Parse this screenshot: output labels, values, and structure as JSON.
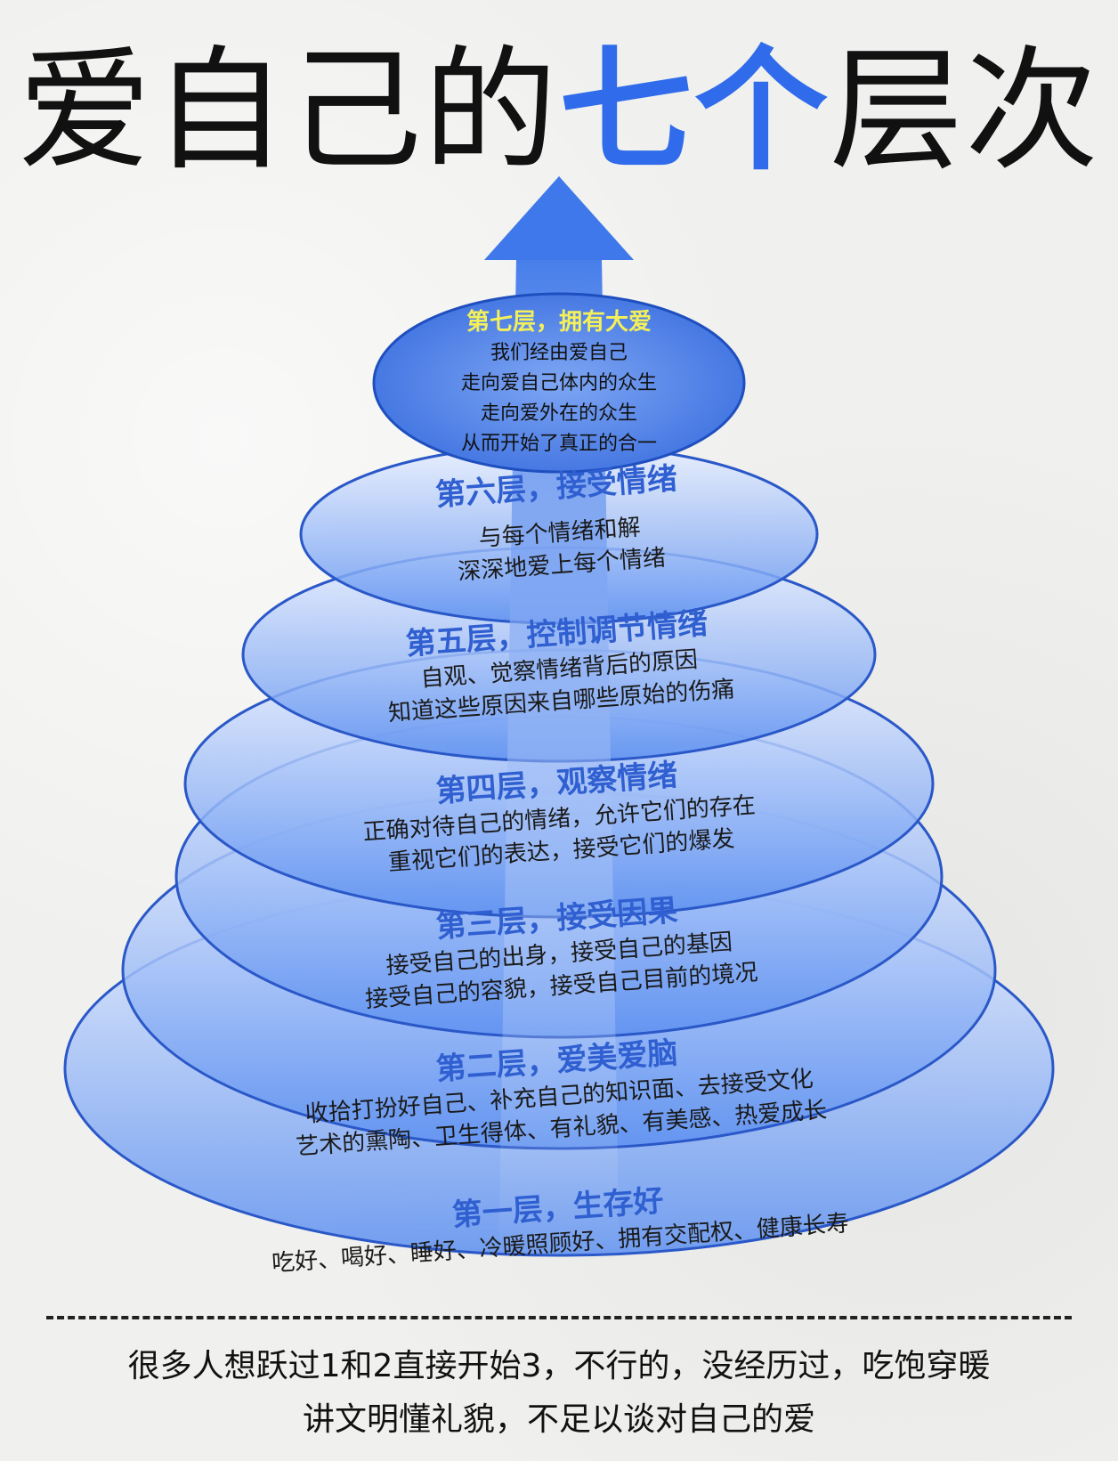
{
  "title": {
    "part1": "爱自己的",
    "accent": "七个",
    "part2": "层次"
  },
  "colors": {
    "accent": "#2f6bea",
    "layer_title": "#2f5fd0",
    "top_title": "#f3f05a",
    "layer_fill": "#5b8ff0"
  },
  "layers": [
    {
      "title": "第七层，拥有大爱",
      "lines": [
        "我们经由爱自己",
        "走向爱自己体内的众生",
        "走向爱外在的众生",
        "从而开始了真正的合一"
      ]
    },
    {
      "title": "第六层，接受情绪",
      "lines": [
        "与每个情绪和解",
        "深深地爱上每个情绪"
      ]
    },
    {
      "title": "第五层，控制调节情绪",
      "lines": [
        "自观、觉察情绪背后的原因",
        "知道这些原因来自哪些原始的伤痛"
      ]
    },
    {
      "title": "第四层，观察情绪",
      "lines": [
        "正确对待自己的情绪，允许它们的存在",
        "重视它们的表达，接受它们的爆发"
      ]
    },
    {
      "title": "第三层，接受因果",
      "lines": [
        "接受自己的出身，接受自己的基因",
        "接受自己的容貌，接受自己目前的境况"
      ]
    },
    {
      "title": "第二层，爱美爱脑",
      "lines": [
        "收拾打扮好自己、补充自己的知识面、去接受文化",
        "艺术的熏陶、卫生得体、有礼貌、有美感、热爱成长"
      ]
    },
    {
      "title": "第一层，生存好",
      "lines": [
        "吃好、喝好、睡好、冷暖照顾好、拥有交配权、健康长寿"
      ]
    }
  ],
  "footer": {
    "line1": "很多人想跃过1和2直接开始3，不行的，没经历过，吃饱穿暖",
    "line2": "讲文明懂礼貌，不足以谈对自己的爱"
  }
}
